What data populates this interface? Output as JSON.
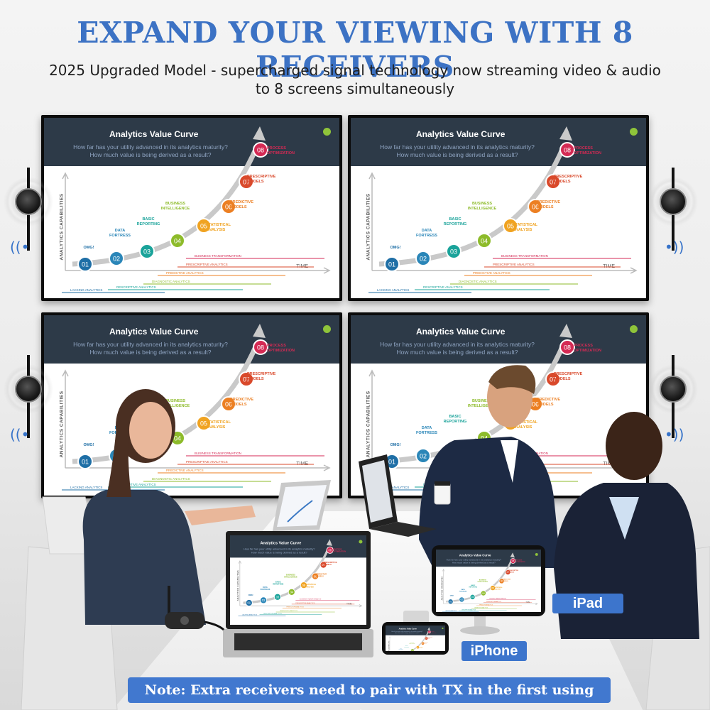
{
  "header": {
    "headline": "EXPAND YOUR VIEWING WITH 8 RECEIVERS",
    "subline": "2025 Upgraded Model - supercharged signal technology now streaming video & audio to 8 screens simultaneously"
  },
  "slide": {
    "title": "Analytics Value Curve",
    "question": "How far has your utility advanced in its analytics maturity? How much value is being derived as a result?",
    "y_axis": "ANALYTICS CAPABILITIES",
    "x_axis": "TIME",
    "steps": [
      {
        "num": "01",
        "label": "OMG!",
        "color": "#1f6fa6"
      },
      {
        "num": "02",
        "label": "DATA FORTRESS",
        "color": "#2a86b8"
      },
      {
        "num": "03",
        "label": "BASIC REPORTING",
        "color": "#1aa39a"
      },
      {
        "num": "04",
        "label": "BUSINESS INTELLIGENCE",
        "color": "#8dbb2a"
      },
      {
        "num": "05",
        "label": "STATISTICAL ANALYSIS",
        "color": "#f0a321"
      },
      {
        "num": "06",
        "label": "PREDICTIVE MODELS",
        "color": "#ec7f22"
      },
      {
        "num": "07",
        "label": "PRESCRIPTIVE MODELS",
        "color": "#d9492b"
      },
      {
        "num": "08",
        "label": "PROCESS OPTIMIZATION",
        "color": "#d42a54"
      }
    ],
    "arrows": [
      {
        "text": "BUSINESS TRANSFORMATION",
        "color": "#d42a54"
      },
      {
        "text": "PRESCRIPTIVE ANALYTICS",
        "color": "#d9492b"
      },
      {
        "text": "PREDICTIVE ANALYTICS",
        "color": "#ec7f22"
      },
      {
        "text": "DIAGNOSTIC ANALYTICS",
        "color": "#8dbb2a"
      },
      {
        "text": "DESCRIPTIVE ANALYTICS",
        "color": "#1aa39a"
      },
      {
        "text": "LACKING ANALYTICS",
        "color": "#1f6fa6"
      }
    ]
  },
  "labels": {
    "ipad": "iPad",
    "iphone": "iPhone",
    "note": "Note: Extra receivers need to pair with TX in the first using time"
  },
  "colors": {
    "headline": "#3c72c4",
    "pill": "#3d75cc",
    "slide_band": "#2d3a48",
    "wifi": "#3572c9"
  }
}
